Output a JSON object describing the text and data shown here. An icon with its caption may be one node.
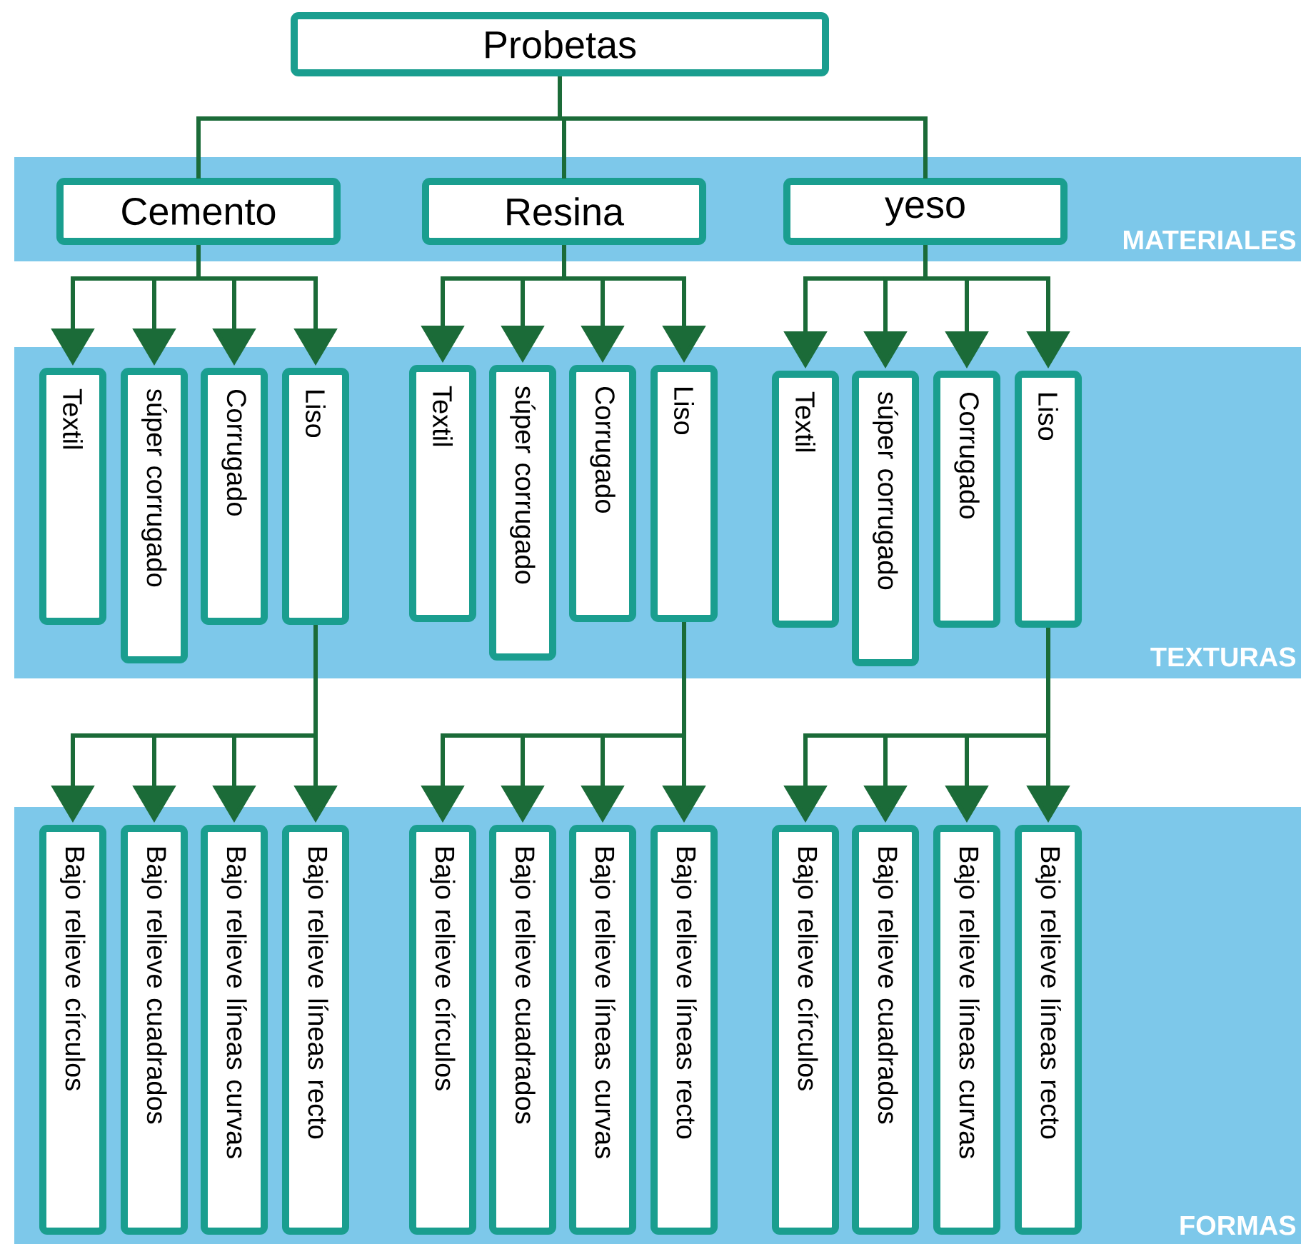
{
  "diagram": {
    "nodes": [
      {
        "text": [
          "Probetas"
        ]
      },
      {
        "text": [
          "MATERIALES"
        ]
      },
      {
        "text": [
          "Cemento"
        ],
        "in": 1
      },
      {
        "text": [
          "Resina"
        ],
        "in": 1
      },
      {
        "text": [
          "yeso"
        ],
        "in": 1
      },
      {
        "text": [
          "TEXTURAS"
        ]
      },
      {
        "text": [
          "Textil"
        ],
        "in": 5
      },
      {
        "text": [
          "súper corrugado"
        ],
        "in": 5
      },
      {
        "text": [
          "Corrugado"
        ],
        "in": 5
      },
      {
        "text": [
          "Liso"
        ],
        "in": 5
      },
      {
        "text": [
          "Textil"
        ],
        "in": 5
      },
      {
        "text": [
          "súper corrugado"
        ],
        "in": 5
      },
      {
        "text": [
          "Corrugado"
        ],
        "in": 5
      },
      {
        "text": [
          "Liso"
        ],
        "in": 5
      },
      {
        "text": [
          "Textil"
        ],
        "in": 5
      },
      {
        "text": [
          "súper corrugado"
        ],
        "in": 5
      },
      {
        "text": [
          "Corrugado"
        ],
        "in": 5
      },
      {
        "text": [
          "Liso"
        ],
        "in": 5
      },
      {
        "text": [
          "FORMAS"
        ]
      },
      {
        "text": [
          "Bajo relieve círculos"
        ],
        "in": 18
      },
      {
        "text": [
          "Bajo relieve cuadrados"
        ],
        "in": 18
      },
      {
        "text": [
          "Bajo relieve líneas curvas"
        ],
        "in": 18
      },
      {
        "text": [
          "Bajo relieve líneas recto"
        ],
        "in": 18
      },
      {
        "text": [
          "Bajo relieve círculos"
        ],
        "in": 18
      },
      {
        "text": [
          "Bajo relieve cuadrados"
        ],
        "in": 18
      },
      {
        "text": [
          "Bajo relieve líneas curvas"
        ],
        "in": 18
      },
      {
        "text": [
          "Bajo relieve líneas recto"
        ],
        "in": 18
      },
      {
        "text": [
          "Bajo relieve círculos"
        ],
        "in": 18
      },
      {
        "text": [
          "Bajo relieve cuadrados"
        ],
        "in": 18
      },
      {
        "text": [
          "Bajo relieve líneas curvas"
        ],
        "in": 18
      },
      {
        "text": [
          "Bajo relieve líneas recto"
        ],
        "in": 18
      }
    ],
    "edges": [
      {
        "from": 0,
        "to": 2,
        "arrow": "none"
      },
      {
        "from": 0,
        "to": 3,
        "arrow": "none"
      },
      {
        "from": 0,
        "to": 4,
        "arrow": "none"
      },
      {
        "from": 2,
        "to": 6,
        "arrow": "to"
      },
      {
        "from": 2,
        "to": 7,
        "arrow": "to"
      },
      {
        "from": 2,
        "to": 8,
        "arrow": "to"
      },
      {
        "from": 2,
        "to": 9,
        "arrow": "to"
      },
      {
        "from": 3,
        "to": 10,
        "arrow": "to"
      },
      {
        "from": 3,
        "to": 11,
        "arrow": "to"
      },
      {
        "from": 3,
        "to": 12,
        "arrow": "to"
      },
      {
        "from": 3,
        "to": 13,
        "arrow": "to"
      },
      {
        "from": 4,
        "to": 14,
        "arrow": "to"
      },
      {
        "from": 4,
        "to": 15,
        "arrow": "to"
      },
      {
        "from": 4,
        "to": 16,
        "arrow": "to"
      },
      {
        "from": 4,
        "to": 17,
        "arrow": "to"
      },
      {
        "from": 9,
        "to": 19,
        "arrow": "to"
      },
      {
        "from": 9,
        "to": 20,
        "arrow": "to"
      },
      {
        "from": 9,
        "to": 21,
        "arrow": "to"
      },
      {
        "from": 9,
        "to": 22,
        "arrow": "to"
      },
      {
        "from": 13,
        "to": 23,
        "arrow": "to"
      },
      {
        "from": 13,
        "to": 24,
        "arrow": "to"
      },
      {
        "from": 13,
        "to": 25,
        "arrow": "to"
      },
      {
        "from": 13,
        "to": 26,
        "arrow": "to"
      },
      {
        "from": 17,
        "to": 27,
        "arrow": "to"
      },
      {
        "from": 17,
        "to": 28,
        "arrow": "to"
      },
      {
        "from": 17,
        "to": 29,
        "arrow": "to"
      },
      {
        "from": 17,
        "to": 30,
        "arrow": "to"
      }
    ]
  }
}
